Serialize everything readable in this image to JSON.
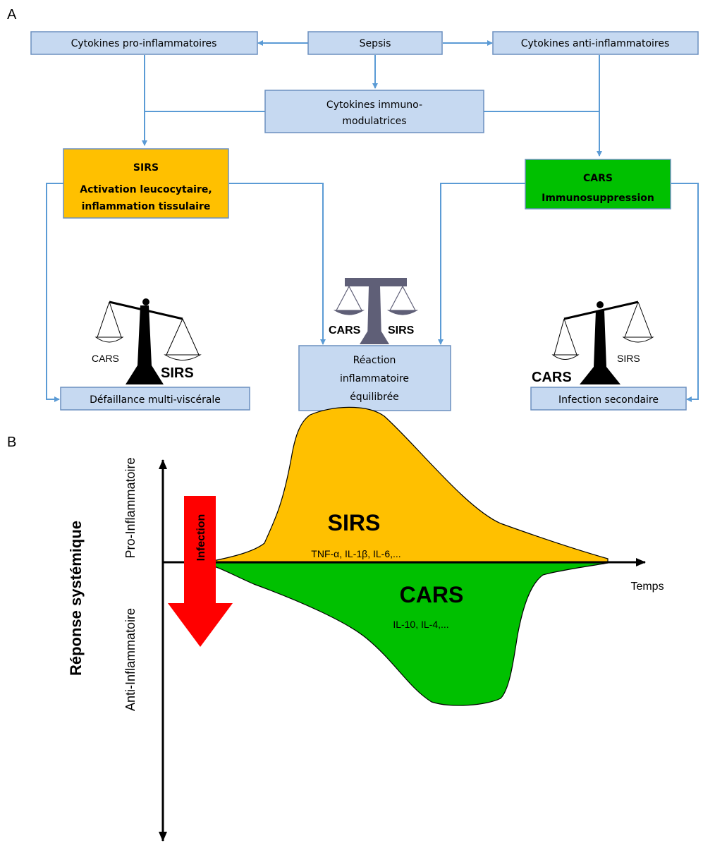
{
  "panel_a": {
    "label": "A",
    "boxes": {
      "sepsis": "Sepsis",
      "pro": "Cytokines pro-inflammatoires",
      "anti": "Cytokines anti-inflammatoires",
      "immuno_line1": "Cytokines immuno-",
      "immuno_line2": "modulatrices",
      "sirs_title": "SIRS",
      "sirs_line1": "Activation leucocytaire,",
      "sirs_line2": "inflammation tissulaire",
      "cars_title": "CARS",
      "cars_line1": "Immunosuppression",
      "defaillance": "Défaillance multi-viscérale",
      "reaction_line1": "Réaction",
      "reaction_line2": "inflammatoire",
      "reaction_line3": "équilibrée",
      "infection_sec": "Infection secondaire"
    },
    "scales": {
      "left_cars": "CARS",
      "left_sirs": "SIRS",
      "mid_cars": "CARS",
      "mid_sirs": "SIRS",
      "right_cars": "CARS",
      "right_sirs": "SIRS"
    },
    "colors": {
      "box_fill": "#c6d9f1",
      "box_stroke": "#6b8fbf",
      "arrow": "#5b9bd5",
      "sirs_fill": "#ffc000",
      "cars_fill": "#00c000"
    }
  },
  "panel_b": {
    "label": "B",
    "y_axis_label": "Réponse systémique",
    "y_top_label": "Pro-Inflammatoire",
    "y_bottom_label": "Anti-Inflammatoire",
    "x_axis_label": "Temps",
    "infection_label": "Infection",
    "sirs_title": "SIRS",
    "sirs_sub": "TNF-α, IL-1β, IL-6,...",
    "cars_title": "CARS",
    "cars_sub": "IL-10, IL-4,...",
    "colors": {
      "sirs_area": "#ffc000",
      "cars_area": "#00c000",
      "infection_arrow": "#ff0000"
    }
  }
}
